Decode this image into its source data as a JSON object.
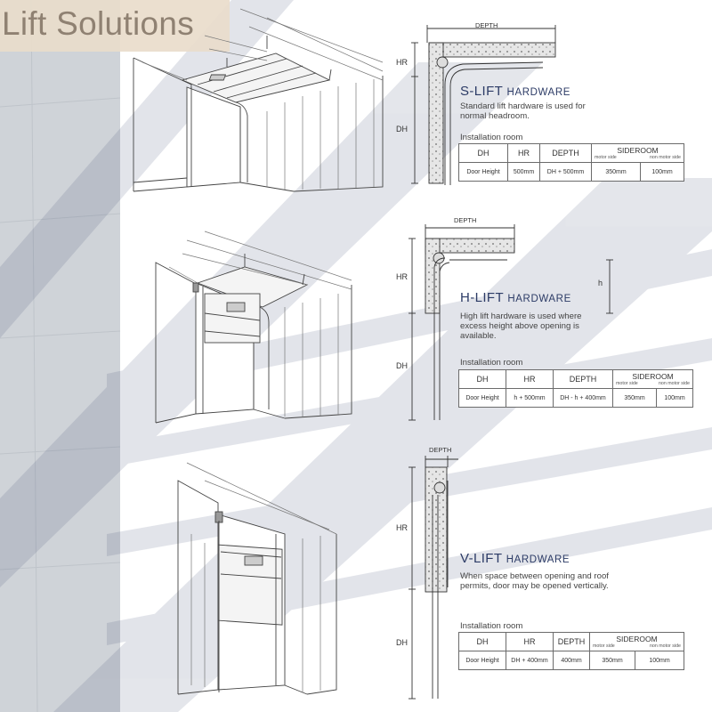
{
  "page": {
    "title": "Lift Solutions"
  },
  "colors": {
    "accent_band": "#2c3b66",
    "title_band": "#e9dccb",
    "title_text": "#8f8172"
  },
  "sections": [
    {
      "id": "s-lift",
      "title_main": "S-LIFT",
      "title_sub": "HARDWARE",
      "description": "Standard lift hardware is used for normal headroom.",
      "dims": {
        "depth": "DEPTH",
        "hr": "HR",
        "dh": "DH"
      },
      "installation_label": "Installation room",
      "table": {
        "headers": [
          "DH",
          "HR",
          "DEPTH"
        ],
        "sideroom": "SIDEROOM",
        "sub_motor": "motor side",
        "sub_non_motor": "non motor side",
        "values": [
          "Door Height",
          "500mm",
          "DH + 500mm",
          "350mm",
          "100mm"
        ]
      }
    },
    {
      "id": "h-lift",
      "title_main": "H-LIFT",
      "title_sub": "HARDWARE",
      "description": "High lift hardware is used where excess height above opening is available.",
      "dims": {
        "depth": "DEPTH",
        "hr": "HR",
        "dh": "DH",
        "h": "h"
      },
      "installation_label": "Installation room",
      "table": {
        "headers": [
          "DH",
          "HR",
          "DEPTH"
        ],
        "sideroom": "SIDEROOM",
        "sub_motor": "motor side",
        "sub_non_motor": "non motor side",
        "values": [
          "Door Height",
          "h + 500mm",
          "DH - h + 400mm",
          "350mm",
          "100mm"
        ]
      }
    },
    {
      "id": "v-lift",
      "title_main": "V-LIFT",
      "title_sub": "HARDWARE",
      "description": "When space between opening and roof permits, door may be opened vertically.",
      "dims": {
        "depth": "DEPTH",
        "hr": "HR",
        "dh": "DH"
      },
      "installation_label": "Installation room",
      "table": {
        "headers": [
          "DH",
          "HR",
          "DEPTH"
        ],
        "sideroom": "SIDEROOM",
        "sub_motor": "motor side",
        "sub_non_motor": "non motor side",
        "values": [
          "Door Height",
          "DH + 400mm",
          "400mm",
          "350mm",
          "100mm"
        ]
      }
    }
  ]
}
